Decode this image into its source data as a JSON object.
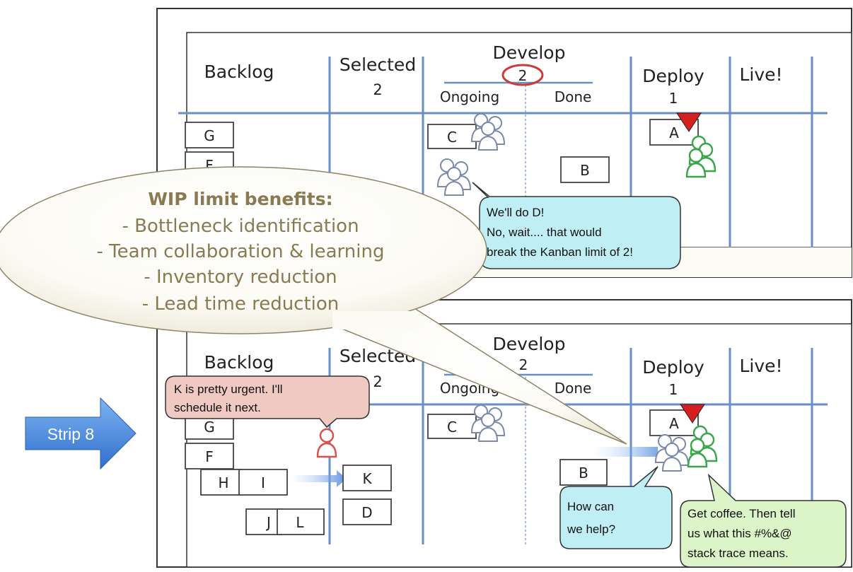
{
  "strip_label": "Strip 8",
  "boards": [
    {
      "headers": {
        "backlog": "Backlog",
        "selected": "Selected",
        "selected_limit": "2",
        "develop": "Develop",
        "develop_limit": "2",
        "ongoing": "Ongoing",
        "done": "Done",
        "deploy": "Deploy",
        "deploy_limit": "1",
        "live": "Live!"
      },
      "cards": {
        "g": "G",
        "f": "F",
        "c": "C",
        "b": "B",
        "a": "A"
      },
      "bubble": {
        "line1": "We'll do D!",
        "line2": "No, wait.... that would",
        "line3": "break the Kanban limit of 2!"
      }
    },
    {
      "headers": {
        "backlog": "Backlog",
        "selected": "Selected",
        "selected_limit": "2",
        "develop": "Develop",
        "develop_limit": "2",
        "ongoing": "Ongoing",
        "done": "Done",
        "deploy": "Deploy",
        "deploy_limit": "1",
        "live": "Live!"
      },
      "cards": {
        "g": "G",
        "f": "F",
        "h": "H",
        "i": "I",
        "j": "J",
        "l": "L",
        "k": "K",
        "d": "D",
        "c": "C",
        "b": "B",
        "a": "A"
      },
      "bubbles": {
        "urgent_line1": "K is pretty urgent. I'll",
        "urgent_line2": "schedule it next.",
        "help_line1": "How can",
        "help_line2": "we help?",
        "coffee_line1": "Get coffee. Then tell",
        "coffee_line2": "us what this #%&@",
        "coffee_line3": "stack trace means."
      }
    }
  ],
  "benefits": {
    "title": "WIP limit benefits:",
    "items": [
      "- Bottleneck identification",
      "-   Team collaboration & learning",
      "-   Inventory reduction",
      "-   Lead time reduction"
    ]
  },
  "colors": {
    "board_line": "#6a8fc4",
    "card_border": "#444444",
    "cyan_bubble": "#bfeef5",
    "pink_bubble": "#efc9c2",
    "green_bubble": "#dcf5c8",
    "arrow_blue": "#3f86d9",
    "limit_circle": "#cc3a3a",
    "deploy_marker": "#d62020",
    "benefit_text": "#8a7a52"
  }
}
